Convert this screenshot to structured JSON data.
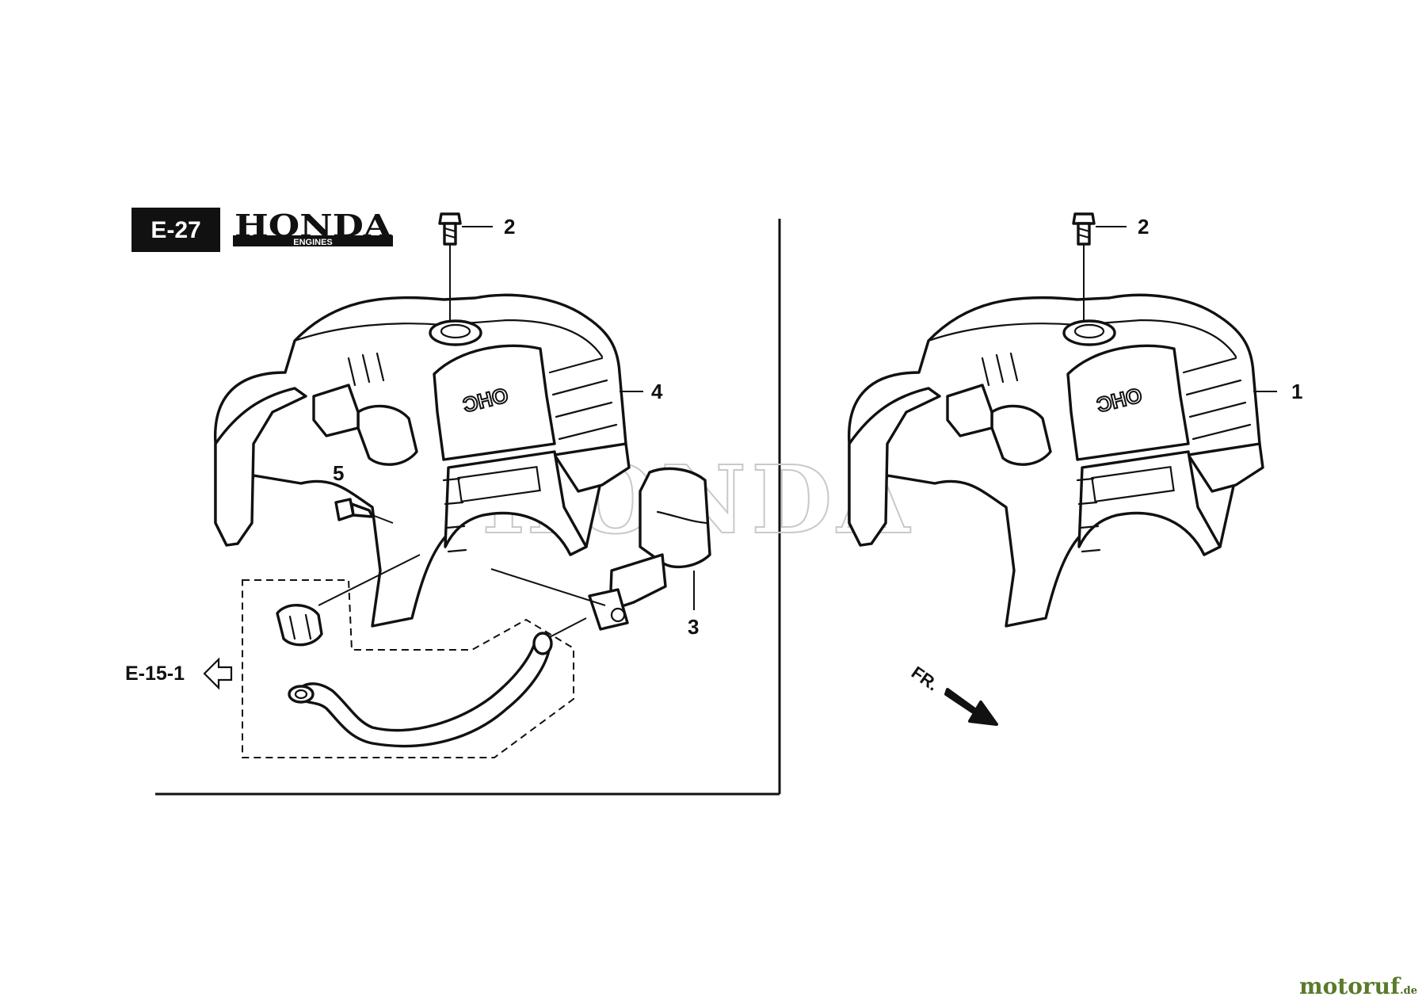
{
  "header": {
    "section_code": "E-27",
    "brand": "HONDA",
    "brand_sub": "ENGINES"
  },
  "watermark": "HONDA",
  "callouts": {
    "left_bolt": "2",
    "left_cover": "4",
    "screw": "5",
    "primer_bulb": "3",
    "right_bolt": "2",
    "right_cover": "1"
  },
  "reference": {
    "label": "E-15-1"
  },
  "direction": {
    "label": "FR."
  },
  "footer": {
    "site_main": "motoruf",
    "site_suffix": ".de"
  },
  "colors": {
    "site_main": "#5a7a2a",
    "site_suffix": "#4a6a22",
    "ink": "#111111"
  }
}
